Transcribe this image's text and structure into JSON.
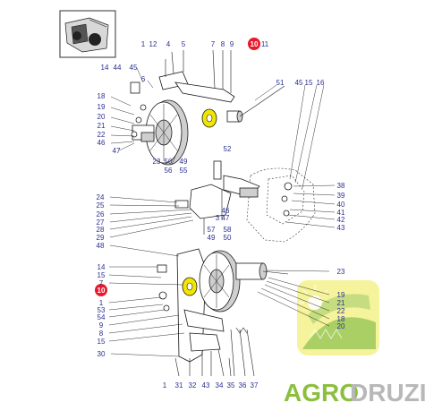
{
  "callouts": {
    "c1a": "1",
    "c12": "12",
    "c4": "4",
    "c5": "5",
    "c7a": "7",
    "c8": "8",
    "c9": "9",
    "c10a": "10",
    "c11": "11",
    "c14a": "14",
    "c44": "44",
    "c45a": "45",
    "c6": "6",
    "c51": "51",
    "c45b": "45",
    "c15a": "15",
    "c16": "16",
    "c18": "18",
    "c19a": "19",
    "c20a": "20",
    "c21a": "21",
    "c22a": "22",
    "c46a": "46",
    "c47": "47",
    "c23a": "23",
    "c50a": "50",
    "c49a": "49",
    "c56": "56",
    "c55": "55",
    "c52": "52",
    "c38": "38",
    "c39": "39",
    "c40": "40",
    "c41": "41",
    "c42": "42",
    "c43": "43",
    "c24": "24",
    "c25": "25",
    "c26": "26",
    "c27": "27",
    "c28": "28",
    "c29": "29",
    "c48": "48",
    "c46b": "46",
    "c3a": "3",
    "c47b": "47",
    "c57": "57",
    "c49b": "49",
    "c58": "58",
    "c50b": "50",
    "c14b": "14",
    "c15b": "15",
    "c7b": "7",
    "c10b": "10",
    "c1b": "1",
    "c53": "53",
    "c54": "54",
    "c9b": "9",
    "c8b": "8",
    "c15c": "15",
    "c30": "30",
    "c23b": "23",
    "c19b": "19",
    "c21b": "21",
    "c22b": "22",
    "c18b": "18",
    "c20b": "20",
    "c1c": "1",
    "c31": "31",
    "c32": "32",
    "c43b": "43",
    "c34": "34",
    "c35": "35",
    "c36": "36",
    "c37": "37"
  },
  "watermark": {
    "part1": "AGRO",
    "part2": "DRUZI"
  },
  "colors": {
    "label": "#2b2f8f",
    "highlight": "#e8192c",
    "yellow_part": "#f2e600",
    "wm_green": "#8cbf3f",
    "wm_gray": "#b8b8b8",
    "wm_yellow": "#f4f28a"
  }
}
